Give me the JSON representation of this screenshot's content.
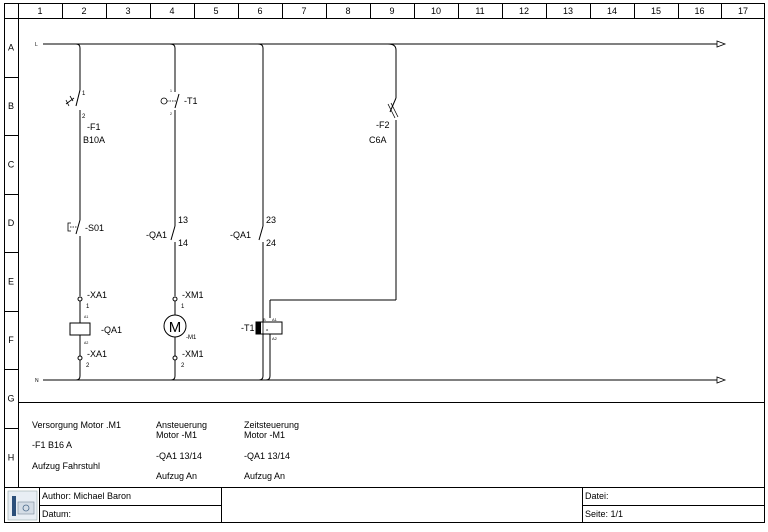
{
  "grid": {
    "columns": [
      "1",
      "2",
      "3",
      "4",
      "5",
      "6",
      "7",
      "8",
      "9",
      "10",
      "11",
      "12",
      "13",
      "14",
      "15",
      "16",
      "17"
    ],
    "rows": [
      "A",
      "B",
      "C",
      "D",
      "E",
      "F",
      "G",
      "H"
    ]
  },
  "rails": {
    "top": "L",
    "bottom": "N"
  },
  "components": {
    "f1": {
      "pin_top": "1",
      "pin_bottom": "2",
      "ref": "-F1",
      "rating": "B10A"
    },
    "t1_contact": {
      "pin_top": "1",
      "pin_bottom": "2",
      "ref": "-T1"
    },
    "f2": {
      "ref": "-F2",
      "rating": "C6A"
    },
    "s01": {
      "ref": "-S01"
    },
    "qa1_c1": {
      "ref": "-QA1",
      "pin_top": "13",
      "pin_bottom": "14"
    },
    "qa1_c2": {
      "ref": "-QA1",
      "pin_top": "23",
      "pin_bottom": "24"
    },
    "xa1_top": {
      "ref": "-XA1",
      "pin": "1"
    },
    "xa1_bottom": {
      "ref": "-XA1",
      "pin": "2"
    },
    "qa1_coil": {
      "ref": "-QA1",
      "a1": "A1",
      "a2": "A2"
    },
    "xm1_top": {
      "ref": "-XM1",
      "pin": "1"
    },
    "xm1_bottom": {
      "ref": "-XM1",
      "pin": "2"
    },
    "motor": {
      "symbol": "M",
      "ref": "-M1"
    },
    "t1_coil": {
      "ref": "-T1",
      "a1": "A1",
      "a2": "A2",
      "extra": "B",
      "inner": "o"
    }
  },
  "descriptions": [
    {
      "lines": [
        "Versorgung Motor .M1",
        "-F1 B16 A",
        "Aufzug Fahrstuhl"
      ]
    },
    {
      "lines": [
        "Ansteuerung",
        "Motor -M1",
        "-QA1 13/14",
        "Aufzug An"
      ]
    },
    {
      "lines": [
        "Zeitsteuerung",
        "Motor -M1",
        "-QA1 13/14",
        "Aufzug An"
      ]
    }
  ],
  "title_block": {
    "author": "Author: Michael Baron",
    "date": "Datum:",
    "file": "Datei:",
    "page": "Seite: 1/1"
  }
}
